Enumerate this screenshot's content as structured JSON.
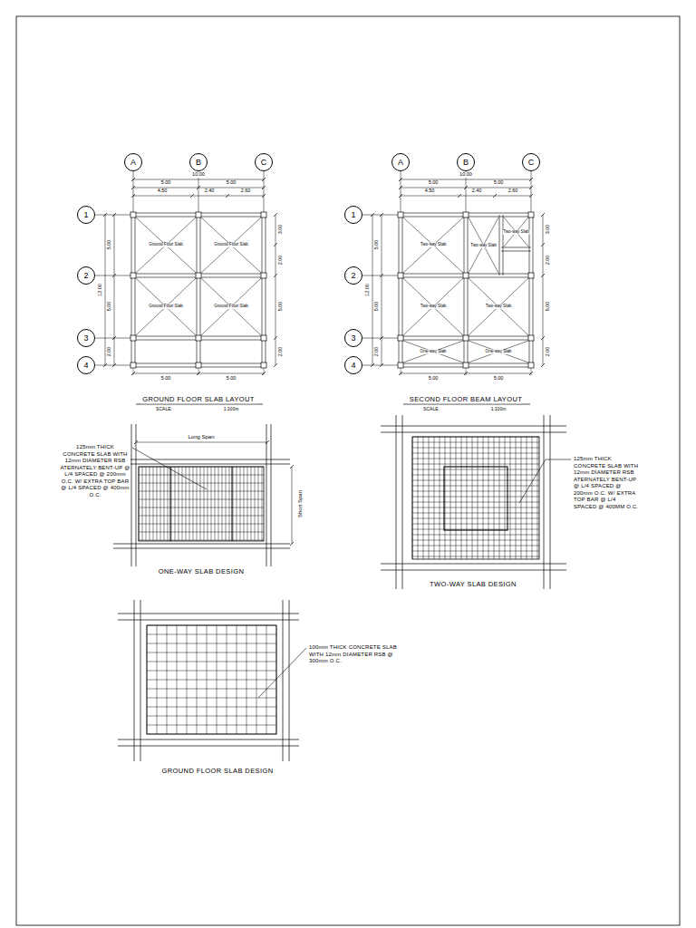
{
  "diagram": {
    "nodes": [
      {
        "text": [
          "A"
        ]
      },
      {
        "text": [
          "B"
        ]
      },
      {
        "text": [
          "C"
        ]
      },
      {
        "text": [
          "1"
        ]
      },
      {
        "text": [
          "2"
        ]
      },
      {
        "text": [
          "3"
        ]
      },
      {
        "text": [
          "4"
        ]
      },
      {
        "text": [
          "A"
        ]
      },
      {
        "text": [
          "B"
        ]
      },
      {
        "text": [
          "C"
        ]
      },
      {
        "text": [
          "1"
        ]
      },
      {
        "text": [
          "2"
        ]
      },
      {
        "text": [
          "3"
        ]
      },
      {
        "text": [
          "4"
        ]
      }
    ],
    "labels": [
      "10.00",
      "5.00",
      "5.00",
      "4.50",
      "2.40",
      "2.60",
      "5.00",
      "12.00",
      "5.00",
      "2.00",
      "3.00",
      "2.00",
      "5.00",
      "2.00",
      "Ground Floor Slab",
      "Ground Floor Slab",
      "Ground Floor Slab",
      "Ground Floor Slab",
      "5.00",
      "5.00",
      "GROUND FLOOR SLAB LAYOUT",
      "SCALE:",
      "1:100m",
      "10.00",
      "5.00",
      "5.00",
      "4.50",
      "2.40",
      "2.60",
      "5.00",
      "12.00",
      "5.00",
      "2.00",
      "3.00",
      "2.00",
      "5.00",
      "2.00",
      "Two-way Slab",
      "Two-way Slab",
      "Two-way Slab",
      "Two-way Slab",
      "Two-way Slab",
      "One-way Slab",
      "One-way Slab",
      "5.00",
      "5.00",
      "SECOND FLOOR BEAM LAYOUT",
      "SCALE:",
      "1:100m",
      "Long Span",
      "Short Span",
      "125mm THICK CONCRETE SLAB WITH 12mm DIAMETER RSB ATERNATELY BENT-UP @ L/4 SPACED @ 200mm O.C. W/ EXTRA TOP BAR @ L/4 SPACED @ 400mm O.C.",
      "ONE-WAY SLAB DESIGN",
      "125mm THICK CONCRETE SLAB WITH 12mm DIAMETER RSB ATERNATELY BENT-UP @ L/4 SPACED @ 200mm O.C. W/ EXTRA TOP BAR @ L/4 SPACED @ 400MM O.C.",
      "TWO-WAY SLAB DESIGN",
      "100mm THICK CONCRETE SLAB WITH 12mm DIAMETER RSB @ 300mm O.C.",
      "GROUND FLOOR SLAB DESIGN"
    ]
  }
}
